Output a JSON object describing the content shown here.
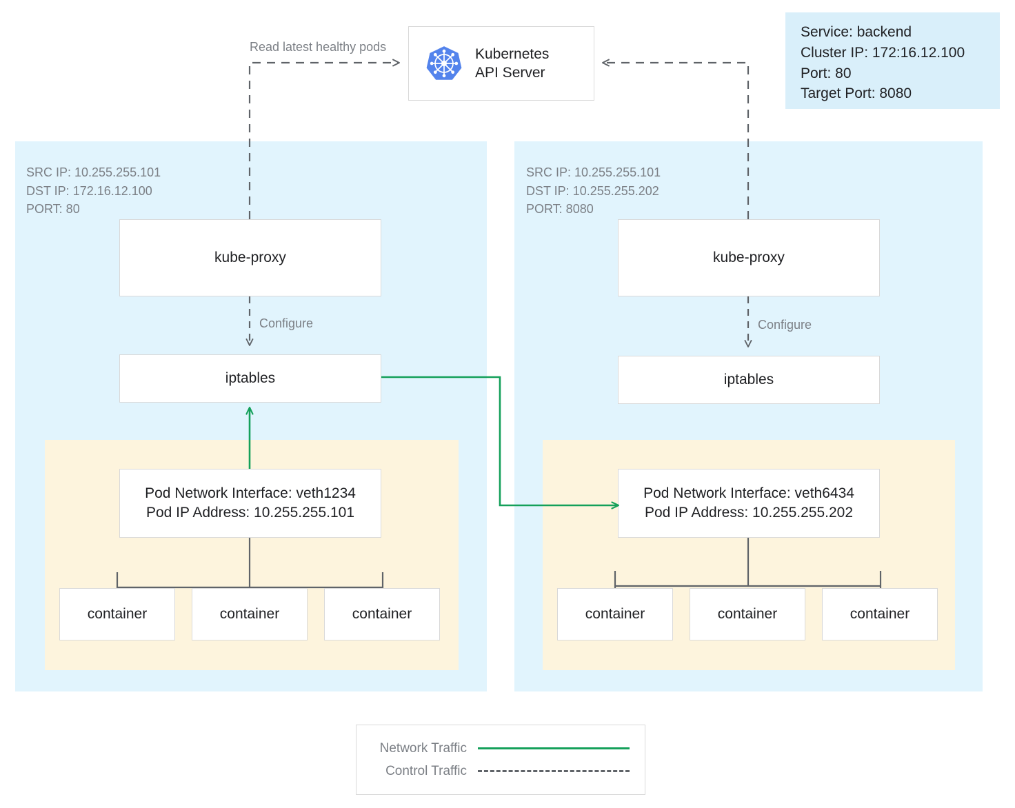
{
  "api_server": {
    "title_line1": "Kubernetes",
    "title_line2": "API Server",
    "icon": "kubernetes-logo-icon"
  },
  "service_info": {
    "line1": "Service: backend",
    "line2": "Cluster IP: 172:16.12.100",
    "line3": "Port: 80",
    "line4": "Target Port: 8080"
  },
  "labels": {
    "read_latest": "Read latest healthy pods",
    "configure_left": "Configure",
    "configure_right": "Configure"
  },
  "nodes": [
    {
      "id": "left",
      "meta": "SRC IP: 10.255.255.101\nDST IP: 172.16.12.100\nPORT: 80",
      "kube_proxy": "kube-proxy",
      "iptables": "iptables",
      "pod": {
        "interface_line1": "Pod Network Interface: veth1234",
        "interface_line2": "Pod IP Address: 10.255.255.101",
        "containers": [
          "container",
          "container",
          "container"
        ]
      }
    },
    {
      "id": "right",
      "meta": "SRC IP: 10.255.255.101\nDST IP: 10.255.255.202\nPORT: 8080",
      "kube_proxy": "kube-proxy",
      "iptables": "iptables",
      "pod": {
        "interface_line1": "Pod Network Interface: veth6434",
        "interface_line2": "Pod IP Address: 10.255.255.202",
        "containers": [
          "container",
          "container",
          "container"
        ]
      }
    }
  ],
  "legend": {
    "network_label": "Network Traffic",
    "control_label": "Control Traffic"
  },
  "colors": {
    "network_traffic": "#14A05A",
    "control_traffic": "#5f6368",
    "node_background": "#e1f4fd",
    "pod_background": "#fdf4dd",
    "info_background": "#d9effa",
    "kubernetes_blue": "#5383EC"
  }
}
